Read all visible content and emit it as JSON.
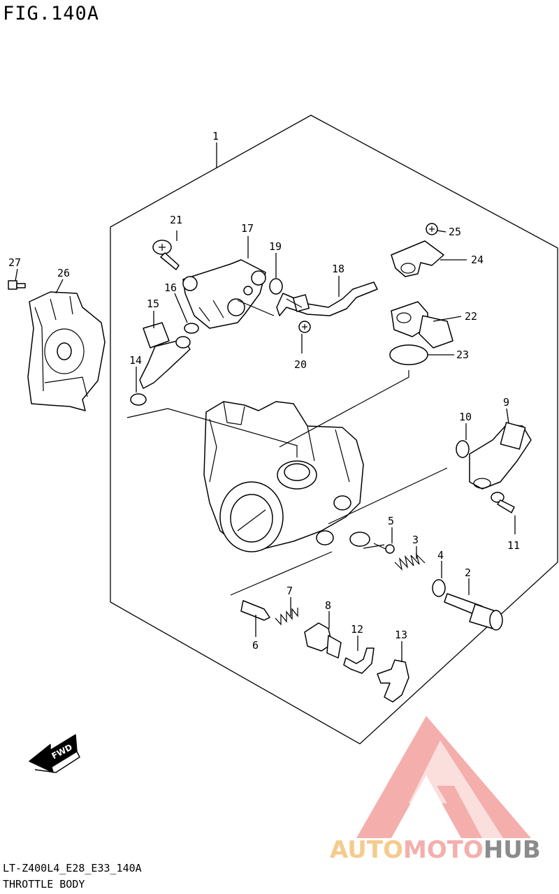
{
  "figure": {
    "title": "FIG.140A"
  },
  "footer": {
    "model_code": "LT-Z400L4_E28_E33_140A",
    "section_title": "THROTTLE BODY"
  },
  "fwd_label": "FWD",
  "callouts": [
    "1",
    "2",
    "3",
    "4",
    "5",
    "6",
    "7",
    "8",
    "9",
    "10",
    "11",
    "12",
    "13",
    "14",
    "15",
    "16",
    "17",
    "18",
    "19",
    "20",
    "21",
    "22",
    "23",
    "24",
    "25",
    "26",
    "27"
  ],
  "watermark": {
    "auto": "AUTO",
    "moto": "MOTO",
    "hub": "HUB",
    "color_auto": "#f4c27a",
    "color_moto": "#f3a29e",
    "color_hub": "#777777",
    "logo_color": "#f3a29e"
  }
}
